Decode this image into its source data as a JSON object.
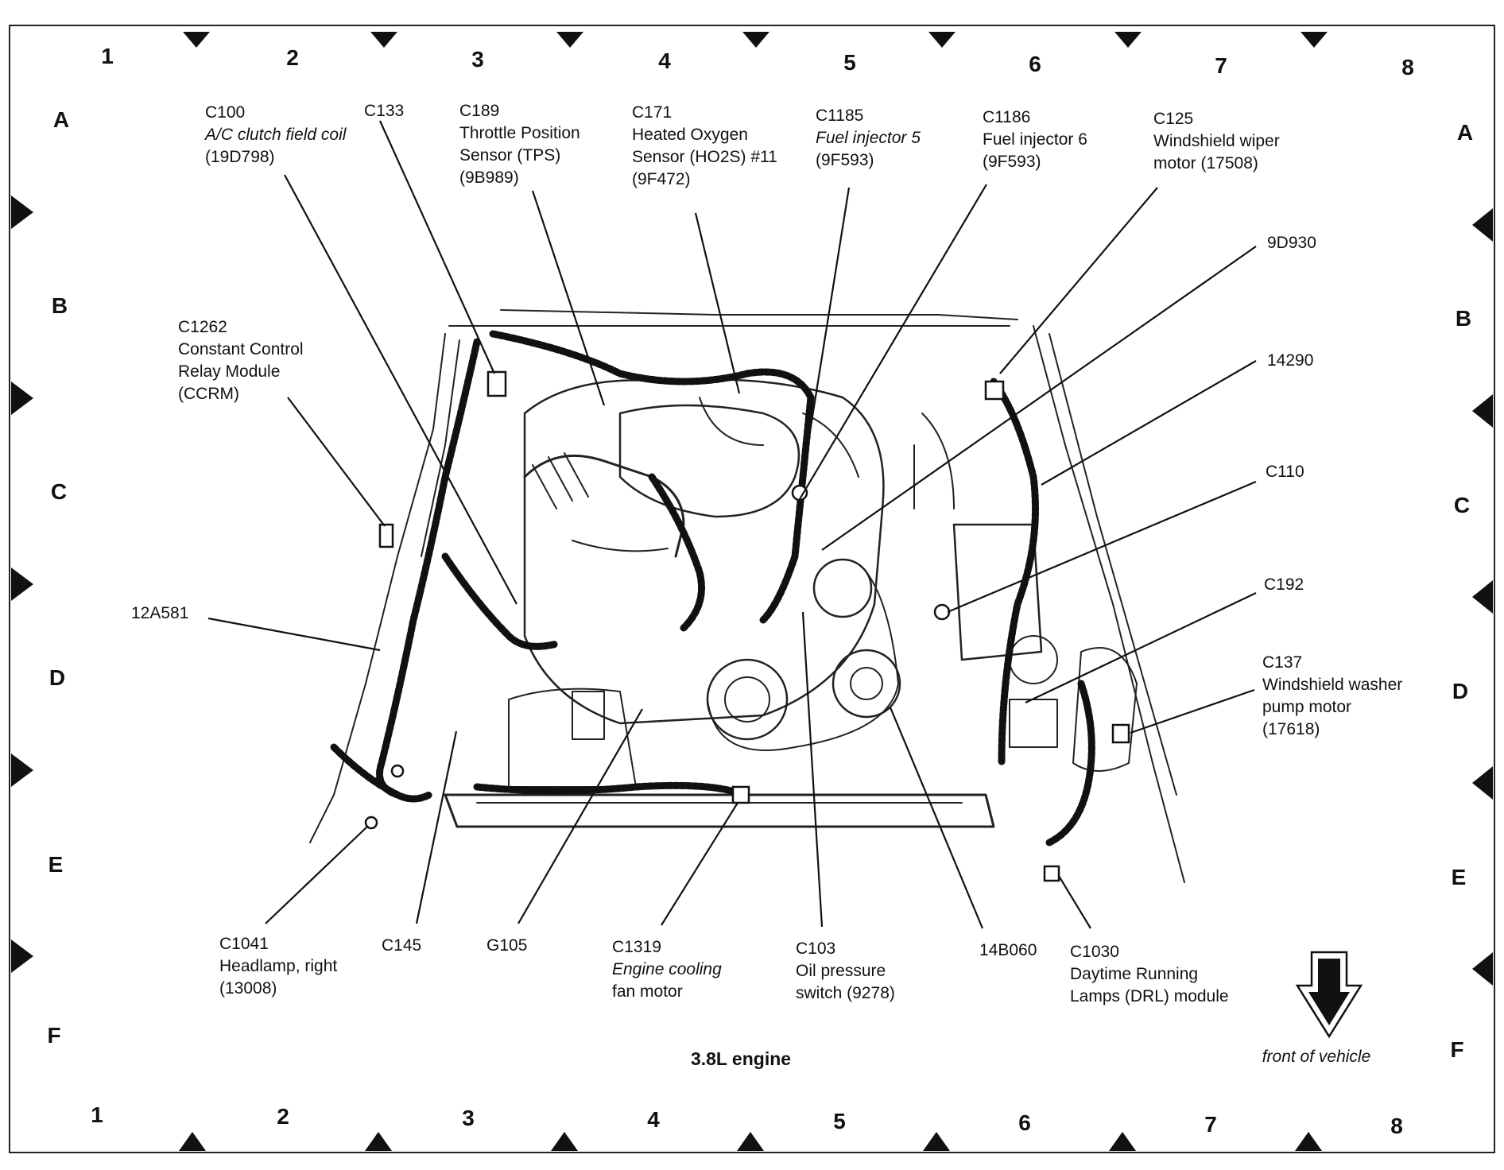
{
  "grid": {
    "columns": [
      "1",
      "2",
      "3",
      "4",
      "5",
      "6",
      "7",
      "8"
    ],
    "rows": [
      "A",
      "B",
      "C",
      "D",
      "E",
      "F"
    ]
  },
  "caption": "3.8L engine",
  "front_label": "front of vehicle",
  "callouts": [
    {
      "id": "c100",
      "lines": [
        "C100",
        "A/C clutch field coil",
        "(19D798)"
      ],
      "italic_line": 1
    },
    {
      "id": "c133",
      "lines": [
        "C133"
      ]
    },
    {
      "id": "c189",
      "lines": [
        "C189",
        "Throttle Position",
        "Sensor (TPS)",
        "(9B989)"
      ]
    },
    {
      "id": "c171",
      "lines": [
        "C171",
        "Heated Oxygen",
        "Sensor (HO2S) #11",
        "(9F472)"
      ]
    },
    {
      "id": "c1185",
      "lines": [
        "C1185",
        "Fuel injector 5",
        "(9F593)"
      ],
      "italic_line": 1
    },
    {
      "id": "c1186",
      "lines": [
        "C1186",
        "Fuel injector 6",
        "(9F593)"
      ]
    },
    {
      "id": "c125",
      "lines": [
        "C125",
        "Windshield wiper",
        "motor (17508)"
      ]
    },
    {
      "id": "n9d930",
      "lines": [
        "9D930"
      ]
    },
    {
      "id": "n14290",
      "lines": [
        "14290"
      ]
    },
    {
      "id": "c1262",
      "lines": [
        "C1262",
        "Constant Control",
        "Relay Module",
        "(CCRM)"
      ]
    },
    {
      "id": "c110",
      "lines": [
        "C110"
      ]
    },
    {
      "id": "n12a581",
      "lines": [
        "12A581"
      ]
    },
    {
      "id": "c192",
      "lines": [
        "C192"
      ]
    },
    {
      "id": "c137",
      "lines": [
        "C137",
        "Windshield washer",
        "pump motor",
        "(17618)"
      ]
    },
    {
      "id": "c1041",
      "lines": [
        "C1041",
        "Headlamp, right",
        "(13008)"
      ]
    },
    {
      "id": "c145",
      "lines": [
        "C145"
      ]
    },
    {
      "id": "g105",
      "lines": [
        "G105"
      ]
    },
    {
      "id": "c1319",
      "lines": [
        "C1319",
        "Engine cooling",
        "fan motor"
      ],
      "italic_line": 1
    },
    {
      "id": "c103",
      "lines": [
        "C103",
        "Oil pressure",
        "switch (9278)"
      ]
    },
    {
      "id": "n14b060",
      "lines": [
        "14B060"
      ]
    },
    {
      "id": "c1030",
      "lines": [
        "C1030",
        "Daytime Running",
        "Lamps (DRL) module"
      ]
    }
  ]
}
